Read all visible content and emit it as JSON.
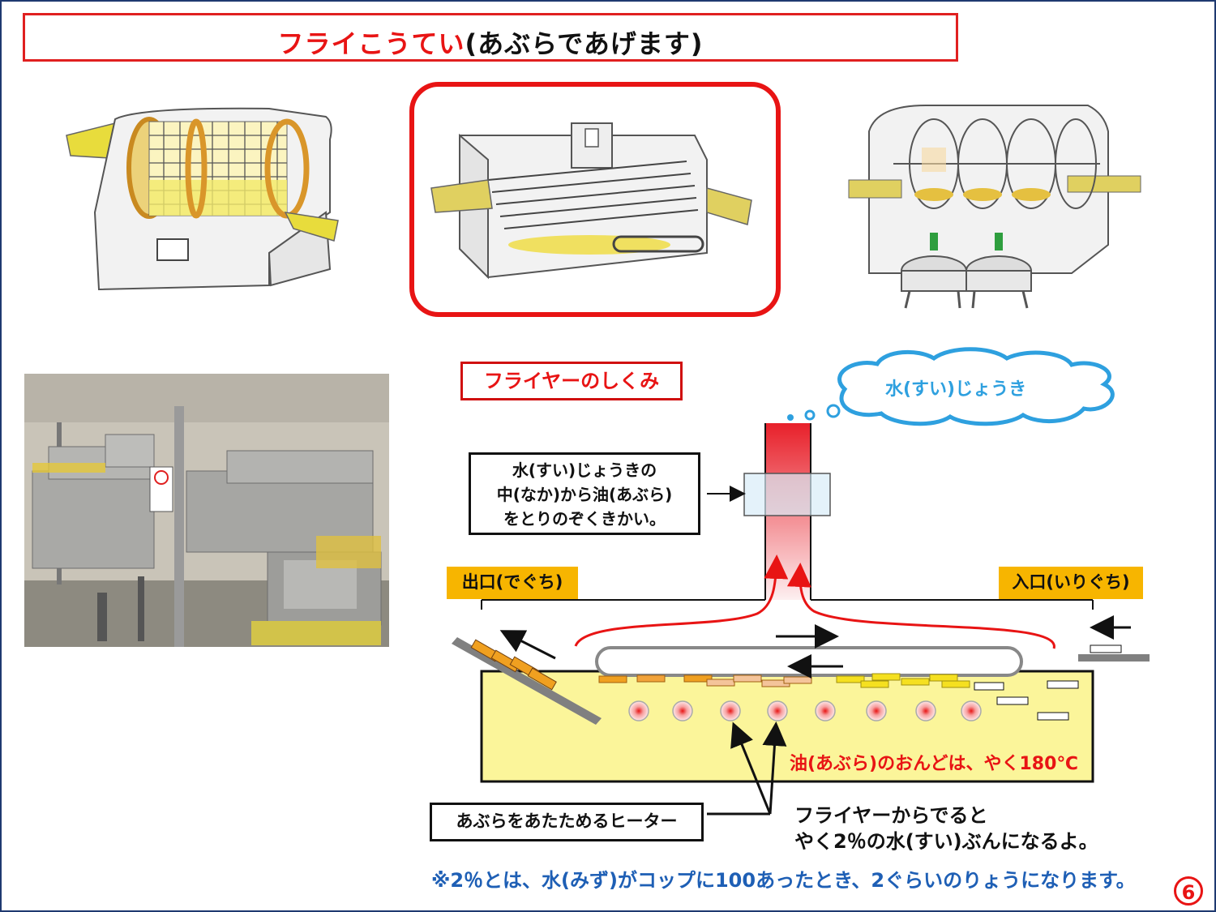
{
  "title": {
    "main": "フライこうてい",
    "sub": "(あぶらであげます)"
  },
  "diagram": {
    "heading": "フライヤーのしくみ",
    "steam": "水(すい)じょうき",
    "separator_lines": [
      "水(すい)じょうきの",
      "中(なか)から油(あぶら)",
      "をとりのぞくきかい。"
    ],
    "exit": "出口(でぐち)",
    "entrance": "入口(いりぐち)",
    "oil_temp": "油(あぶら)のおんどは、やく180℃",
    "heater": "あぶらをあたためるヒーター",
    "water_lines": [
      "フライヤーからでると",
      "やく2％の水(すい)ぶんになるよ。"
    ],
    "note": "※2％とは、水(みず)がコップに100あったとき、2ぐらいのりょうになります。"
  },
  "page_number": "6",
  "colors": {
    "accent_red": "#e81414",
    "oil_yellow": "#fbf59a",
    "label_orange": "#f7b500",
    "steam_blue": "#2ea0df",
    "note_blue": "#1e5fb5",
    "frame_navy": "#1f3a70"
  }
}
